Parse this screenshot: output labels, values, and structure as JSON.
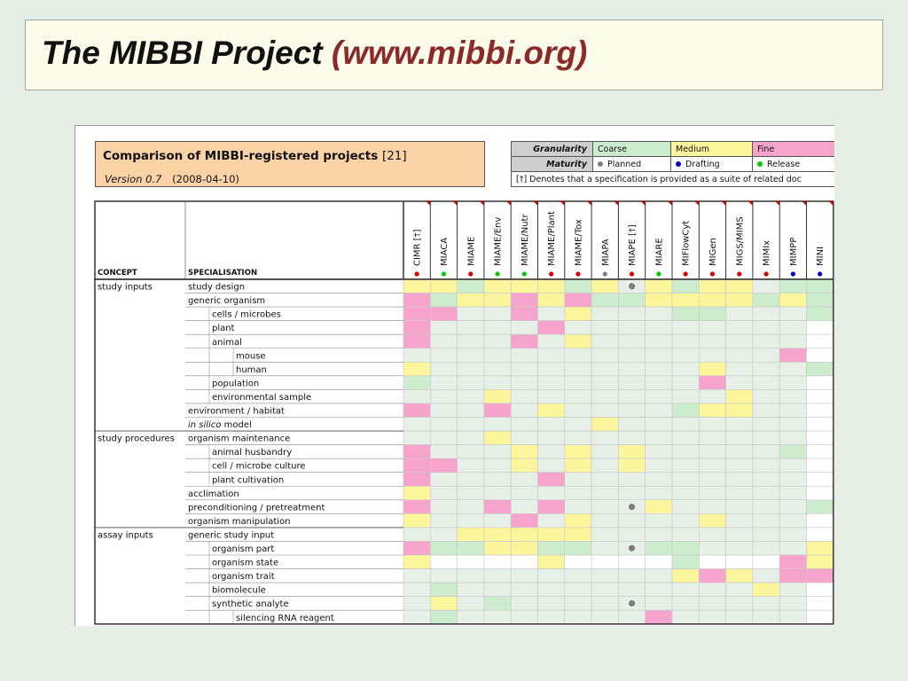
{
  "title": {
    "main": "The MIBBI Project",
    "url": "(www.mibbi.org)"
  },
  "comparison": {
    "title": "Comparison of MIBBI-registered projects",
    "count": "[21]",
    "version": "Version 0.7",
    "date": "(2008-04-10)"
  },
  "legend": {
    "granularity_label": "Granularity",
    "maturity_label": "Maturity",
    "granularity": [
      "Coarse",
      "Medium",
      "Fine"
    ],
    "maturity": [
      "Planned",
      "Drafting",
      "Release"
    ],
    "note": "[†]  Denotes that a specification is provided as a suite of related doc"
  },
  "headers": {
    "concept": "CONCEPT",
    "specialisation": "SPECIALISATION"
  },
  "colors": {
    "coarse": "#cdeccd",
    "medium": "#fbf59c",
    "fine": "#f7a4cc",
    "empty": "#e6f0e6",
    "white": "#ffffff",
    "planned": "#7f7f7f",
    "drafting": "#0000cc",
    "release": "#00cc00",
    "red": "#dd0000"
  },
  "projects": [
    "CIMR [†]",
    "MIACA",
    "MIAME",
    "MIAME/Env",
    "MIAME/Nutr",
    "MIAME/Plant",
    "MIAME/Tox",
    "MIAPA",
    "MIAPE [†]",
    "MIARE",
    "MIFlowCyt",
    "MIGen",
    "MIGS/MIMS",
    "MIMIx",
    "MIMPP",
    "MINI"
  ],
  "project_status": [
    "red",
    "green",
    "red",
    "green",
    "green",
    "red",
    "red",
    "grey",
    "red",
    "green",
    "red",
    "red",
    "red",
    "red",
    "blue",
    "blue"
  ],
  "rows": [
    {
      "concept": "study inputs",
      "label": "study design",
      "indent": 0,
      "cells": "mmcmmmcmpmcmmecc"
    },
    {
      "concept": "",
      "label": "generic organism",
      "indent": 0,
      "cells": "fcmmfmfccmmmmcmc"
    },
    {
      "concept": "",
      "label": "cells / microbes",
      "indent": 1,
      "cells": "ffeefemeeecceeec"
    },
    {
      "concept": "",
      "label": "plant",
      "indent": 1,
      "cells": "feeeefeeeeeeeeew"
    },
    {
      "concept": "",
      "label": "animal",
      "indent": 1,
      "cells": "feeefemeeeeeeeew"
    },
    {
      "concept": "",
      "label": "mouse",
      "indent": 2,
      "cells": "eeeeeeeeeeeeeefw"
    },
    {
      "concept": "",
      "label": "human",
      "indent": 2,
      "cells": "meeeeeeeeeemeeec"
    },
    {
      "concept": "",
      "label": "population",
      "indent": 1,
      "cells": "ceeeeeeeeeefeeew"
    },
    {
      "concept": "",
      "label": "environmental sample",
      "indent": 1,
      "cells": "eeemeeeeeeeemeew"
    },
    {
      "concept": "",
      "label": "environment / habitat",
      "indent": 0,
      "cells": "feefemeeeecmmeew"
    },
    {
      "concept": "",
      "label": "in silico model",
      "indent": 0,
      "cells": "eeeeeeemeeeeeeew"
    },
    {
      "concept": "study procedures",
      "label": "organism maintenance",
      "indent": 0,
      "cells": "eeemeeeeeeeeeeew"
    },
    {
      "concept": "",
      "label": "animal husbandry",
      "indent": 1,
      "cells": "feeemememeeeeecw"
    },
    {
      "concept": "",
      "label": "cell / microbe culture",
      "indent": 1,
      "cells": "ffeemememeeeeeew"
    },
    {
      "concept": "",
      "label": "plant cultivation",
      "indent": 1,
      "cells": "feeeefeeeeeeeeew"
    },
    {
      "concept": "",
      "label": "acclimation",
      "indent": 0,
      "cells": "meeeeeeeeeeeeeew"
    },
    {
      "concept": "",
      "label": "preconditioning / pretreatment",
      "indent": 0,
      "cells": "feefefeepmeeeeec"
    },
    {
      "concept": "",
      "label": "organism manipulation",
      "indent": 0,
      "cells": "meeefemeeeemeeew"
    },
    {
      "concept": "assay inputs",
      "label": "generic study input",
      "indent": 0,
      "cells": "eemmmmmeeeeeeeew"
    },
    {
      "concept": "",
      "label": "organism part",
      "indent": 1,
      "cells": "fccmmccepcceeeem"
    },
    {
      "concept": "",
      "label": "organism state",
      "indent": 1,
      "cells": "mwwwwmwwwwcwwwfm"
    },
    {
      "concept": "",
      "label": "organism trait",
      "indent": 1,
      "cells": "eeeeeeeeeemfmeff"
    },
    {
      "concept": "",
      "label": "biomolecule",
      "indent": 1,
      "cells": "eceeeeeeeeeeemew"
    },
    {
      "concept": "",
      "label": "synthetic analyte",
      "indent": 1,
      "cells": "emeceeeepeeeeeew"
    },
    {
      "concept": "",
      "label": "silencing RNA reagent",
      "indent": 2,
      "cells": "eceeeeeeefeeeeew"
    }
  ]
}
